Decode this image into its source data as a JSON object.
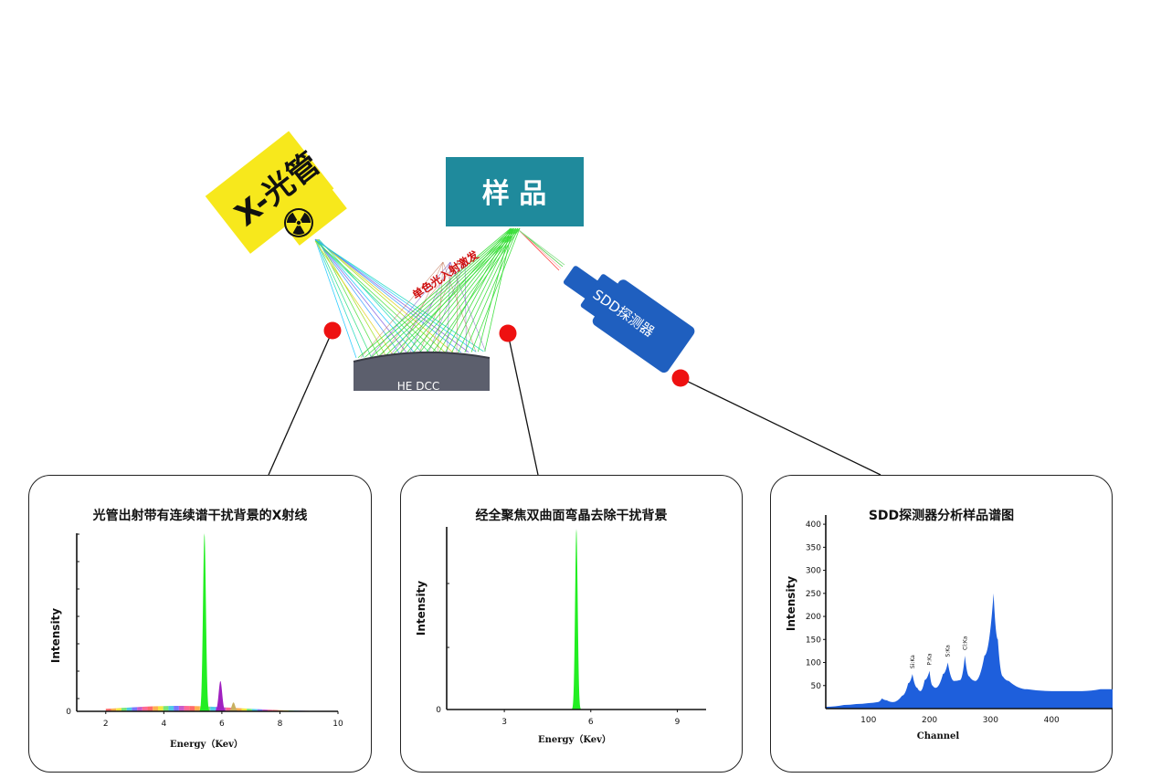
{
  "diagram": {
    "xray_tube": {
      "label": "X-光管",
      "icon": "radiation-icon"
    },
    "sample": {
      "label": "样 品"
    },
    "crystal": {
      "label": "HE DCC"
    },
    "incident_label": "单色光入射激发",
    "detector": {
      "label": "SDD探测器"
    },
    "colors": {
      "tube": "#f7e81c",
      "sample": "#1f8a9c",
      "crystal": "#5c5f6d",
      "detector": "#1f5fbf",
      "marker": "#ee1111"
    }
  },
  "panels": [
    {
      "title": "光管出射带有连续谱干扰背景的X射线",
      "chart_data": {
        "type": "area",
        "xlabel": "Energy（Kev）",
        "ylabel": "Intensity",
        "xlim": [
          1,
          10
        ],
        "xticks": [
          "2",
          "4",
          "6",
          "8",
          "10"
        ],
        "yticks": [
          "0"
        ],
        "peaks": [
          {
            "x": 5.4,
            "height": 1.0,
            "color": "#22ee22"
          },
          {
            "x": 5.95,
            "height": 0.17,
            "color": "#a020c0"
          },
          {
            "x": 6.4,
            "height": 0.05,
            "color": "#c8b060"
          }
        ],
        "background": "continuous"
      }
    },
    {
      "title": "经全聚焦双曲面弯晶去除干扰背景",
      "chart_data": {
        "type": "area",
        "xlabel": "Energy（Kev）",
        "ylabel": "Intensity",
        "xlim": [
          1,
          10
        ],
        "xticks": [
          "3",
          "6",
          "9"
        ],
        "yticks": [
          "0"
        ],
        "peaks": [
          {
            "x": 5.5,
            "height": 1.0,
            "color": "#22ee22"
          }
        ]
      }
    },
    {
      "title": "SDD探测器分析样品谱图",
      "chart_data": {
        "type": "area",
        "xlabel": "Channel",
        "ylabel": "Intensity",
        "xlim": [
          30,
          500
        ],
        "ylim": [
          0,
          420
        ],
        "xticks": [
          "100",
          "200",
          "300",
          "400"
        ],
        "yticks": [
          "50",
          "100",
          "150",
          "200",
          "250",
          "300",
          "350",
          "400"
        ],
        "color": "#1e5fdc",
        "x": [
          30,
          60,
          80,
          100,
          115,
          122,
          130,
          140,
          155,
          165,
          172,
          180,
          185,
          192,
          200,
          205,
          210,
          222,
          230,
          240,
          250,
          258,
          265,
          275,
          290,
          305,
          312,
          320,
          330,
          360,
          400,
          450,
          480,
          500
        ],
        "y": [
          4,
          8,
          10,
          12,
          14,
          22,
          18,
          14,
          28,
          55,
          75,
          45,
          38,
          62,
          82,
          50,
          45,
          75,
          100,
          60,
          62,
          115,
          70,
          60,
          115,
          250,
          150,
          70,
          60,
          42,
          38,
          38,
          42,
          42
        ],
        "peak_labels": [
          {
            "x": 172,
            "y": 75,
            "text": "Si:Ka"
          },
          {
            "x": 200,
            "y": 82,
            "text": "P:Ka"
          },
          {
            "x": 230,
            "y": 100,
            "text": "S:Ka"
          },
          {
            "x": 258,
            "y": 115,
            "text": "Cl:Ka"
          }
        ]
      }
    }
  ]
}
